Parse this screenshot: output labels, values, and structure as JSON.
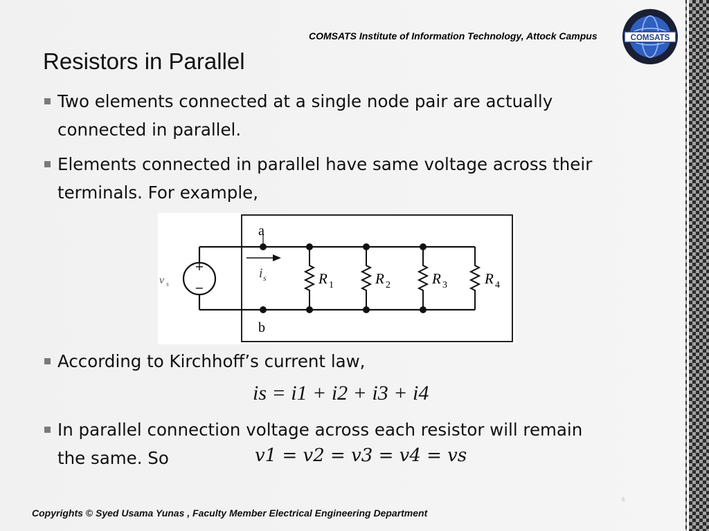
{
  "header": {
    "institution": "COMSATS Institute of Information Technology, Attock Campus",
    "logo_text": "COMSATS"
  },
  "title": "Resistors in Parallel",
  "bullets": [
    {
      "line1": "Two elements connected at a single node pair are actually",
      "line2": "connected in parallel."
    },
    {
      "line1": "Elements connected in parallel have same voltage across their",
      "line2": "terminals. For example,"
    },
    {
      "line1": "According to Kirchhoff’s current law,"
    },
    {
      "line1": "In parallel connection voltage across each resistor will remain",
      "line2": "the same. So"
    }
  ],
  "circuit": {
    "node_top": "a",
    "node_bottom": "b",
    "source_label": "v",
    "source_sub": "s",
    "current_label": "i",
    "current_sub": "s",
    "resistors": [
      {
        "label": "R",
        "sub": "1"
      },
      {
        "label": "R",
        "sub": "2"
      },
      {
        "label": "R",
        "sub": "3"
      },
      {
        "label": "R",
        "sub": "4"
      }
    ],
    "plus": "+",
    "minus": "−"
  },
  "equations": {
    "kcl": "is = i1 + i2 + i3 + i4",
    "voltage": "v1 = v2 = v3 = v4 = vs"
  },
  "footer": "Copyrights © Syed Usama Yunas , Faculty Member Electrical Engineering Department",
  "page_number": "6",
  "colors": {
    "bullet": "#7a7a7a",
    "logo_blue": "#1f3f8a",
    "logo_ring": "#1a1f33"
  }
}
